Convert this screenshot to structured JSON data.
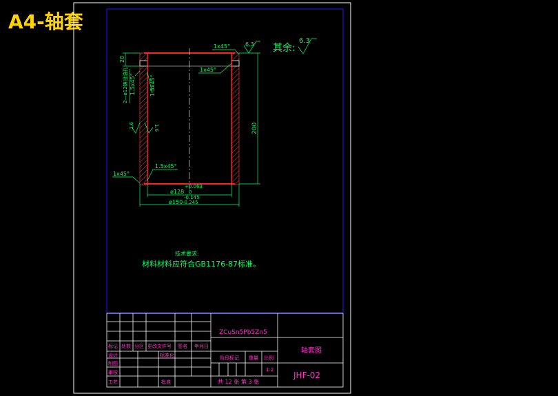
{
  "banner": {
    "title": "A4-轴套"
  },
  "colors": {
    "background": "#000000",
    "frame": "#ffffff",
    "border": "#1a1aff",
    "part_outline": "#ff2020",
    "dimension": "#00ff66",
    "hatch": "#cc3333",
    "title_text": "#ff33cc",
    "table_lines": "#ffffff"
  },
  "dimensions": {
    "chamfer_outer_top": "1x45°",
    "chamfer_inner_top": "1x45°",
    "chamfer_left_top": "1.5x45°",
    "chamfer_left_inner": "1.5x45°",
    "chamfer_bottom_inner": "1.5x45°",
    "chamfer_bottom_outer": "1x45°",
    "top_offset": "20",
    "hole_note": "2—ø12铸出油孔",
    "height": "200",
    "surface_finish_top": "6.3",
    "rough_left": "1.6",
    "rough_right": "1.6",
    "inner_dia": "ø128",
    "inner_tol_upper": "+0.063",
    "inner_tol_lower": "0",
    "outer_dia": "ø150",
    "outer_tol_upper": "-0.145",
    "outer_tol_lower": "-0.245"
  },
  "rest_finish": {
    "label": "其余:",
    "value": "6.3"
  },
  "notes": {
    "title": "技术要求:",
    "body": "材料材料应符合GB1176-87标准。"
  },
  "title_block": {
    "material": "ZCuSn5Pb5Zn5",
    "part_name": "轴套图",
    "drawing_no": "JHF-02",
    "header_labels": [
      "标记",
      "处数",
      "分区",
      "更改文件号",
      "签名",
      "年月日"
    ],
    "role_design": "设计",
    "role_standard": "标准化",
    "role_draw": "制图",
    "role_review": "审核",
    "role_process": "工艺",
    "role_approve": "批准",
    "stage_label": "阶段标记",
    "weight_label": "重量",
    "scale_label": "比例",
    "scale_value": "1:2",
    "sheet_info": "共 12 张  第 3 张"
  }
}
